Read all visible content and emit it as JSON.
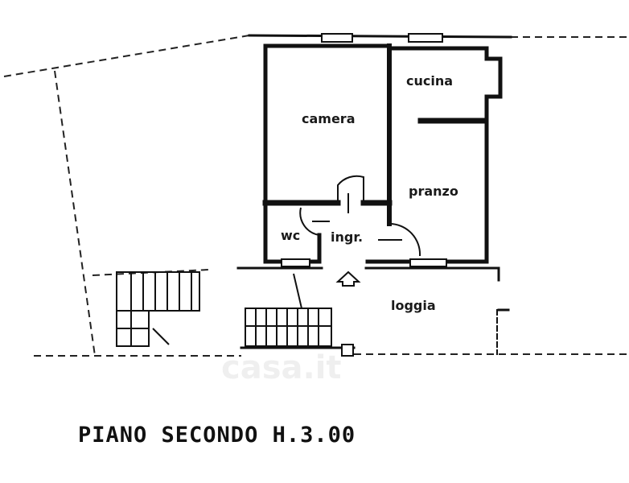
{
  "plan": {
    "rooms": {
      "camera": "camera",
      "cucina": "cucina",
      "pranzo": "pranzo",
      "wc": "wc",
      "ingresso": "ingr.",
      "loggia": "loggia"
    },
    "title": "PIANO SECONDO H.3.00",
    "watermark": "casa.it"
  },
  "colors": {
    "ink": "#111111",
    "paper": "#ffffff"
  }
}
